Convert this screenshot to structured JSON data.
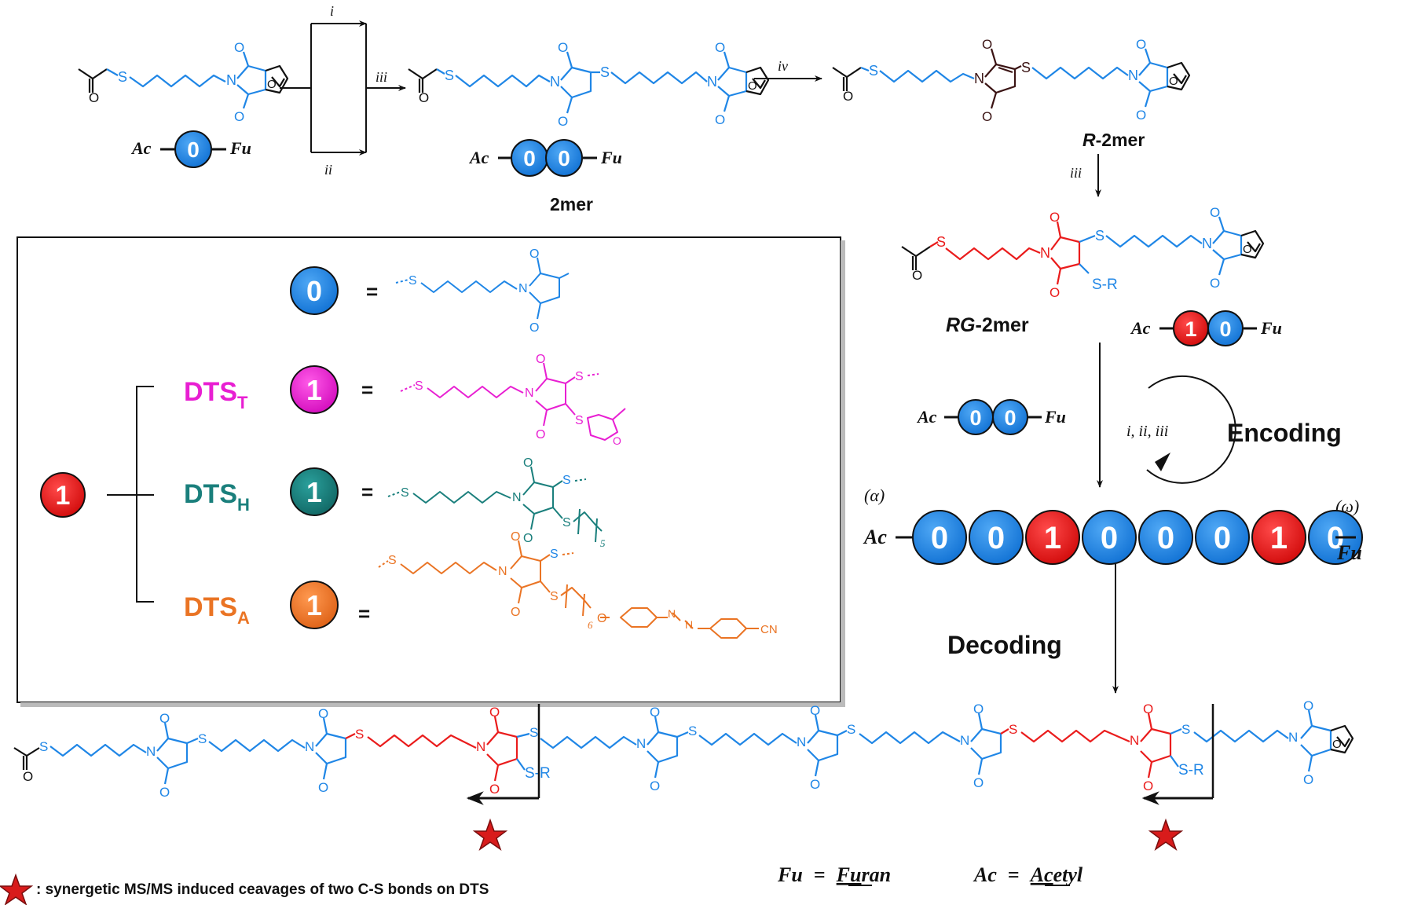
{
  "palette": {
    "blue": "#1f86e6",
    "red": "#ea1c1c",
    "magenta": "#e81fd2",
    "teal": "#1a7f7c",
    "orange": "#ea7424",
    "ink": "#111111",
    "brown": "#3b1414"
  },
  "labels": {
    "monomer_end_left": "Ac",
    "monomer_end_right": "Fu",
    "unit_zero": "0",
    "unit_one": "1",
    "step_i": "i",
    "step_ii": "ii",
    "step_iii": "iii",
    "step_iv": "iv",
    "step_iii_b": "iii",
    "dimer_title": "2mer",
    "r_dimer_prefix": "R",
    "r_dimer_suffix": "-2mer",
    "rg_dimer_prefix": "RG",
    "rg_dimer_suffix": "-2mer",
    "cycle_steps": "i, ii, iii",
    "encoding": "Encoding",
    "decoding": "Decoding",
    "alpha": "(α)",
    "omega": "(ω)",
    "sr": "S-R",
    "s": "S",
    "o": "O",
    "n": "N",
    "cn": "CN",
    "repeat_5": "5",
    "repeat_6": "6"
  },
  "legend": {
    "equals": "=",
    "dts_t_base": "DTS",
    "dts_t_sub": "T",
    "dts_h_base": "DTS",
    "dts_h_sub": "H",
    "dts_a_base": "DTS",
    "dts_a_sub": "A"
  },
  "sequence": {
    "bits": [
      "0",
      "0",
      "1",
      "0",
      "0",
      "0",
      "1",
      "0"
    ]
  },
  "footnote": {
    "star_text": ": synergetic MS/MS induced ceavages of two C-S bonds on DTS",
    "fu_def_lhs": "Fu",
    "fu_def_eq": "=",
    "fu_def_rhs_u": "Fu",
    "fu_def_rhs_rest": "ran",
    "ac_def_lhs": "Ac",
    "ac_def_eq": "=",
    "ac_def_rhs_u": "Ac",
    "ac_def_rhs_rest": "etyl"
  }
}
